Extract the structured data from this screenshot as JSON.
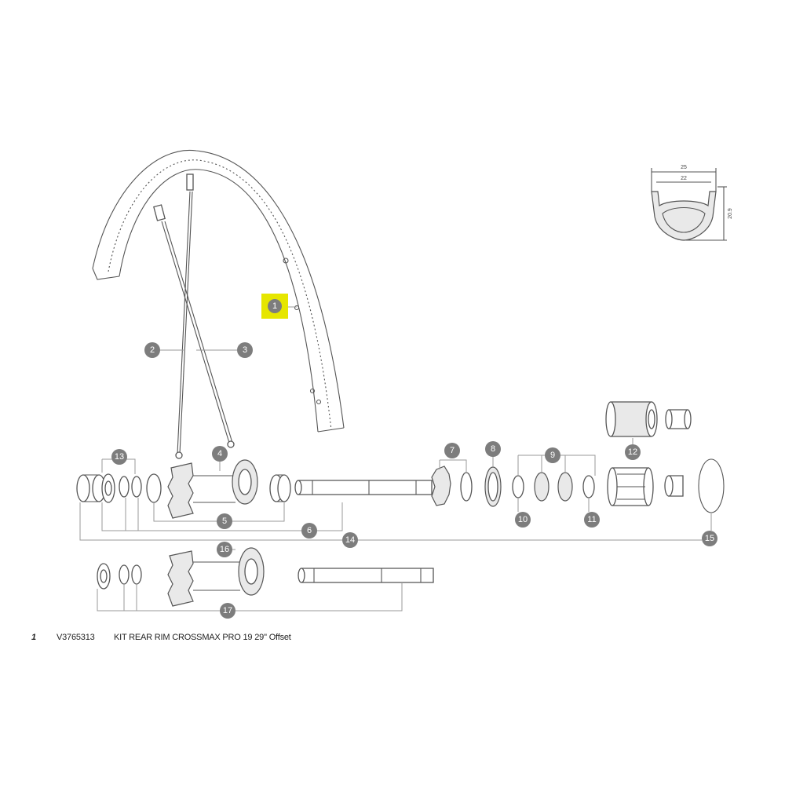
{
  "callouts": [
    "1",
    "2",
    "3",
    "4",
    "5",
    "6",
    "7",
    "8",
    "9",
    "10",
    "11",
    "12",
    "13",
    "14",
    "15",
    "16",
    "17"
  ],
  "highlight": {
    "callout": "1",
    "color": "#e6e600"
  },
  "dimensions": {
    "outer_width": "25",
    "inner_width": "22",
    "height": "20.9"
  },
  "part_row": {
    "number": "1",
    "code": "V3765313",
    "description": "KIT REAR RIM CROSSMAX PRO 19 29'' Offset"
  },
  "colors": {
    "line": "#555555",
    "callout": "#7d7d7d",
    "highlight": "#e6e600"
  }
}
